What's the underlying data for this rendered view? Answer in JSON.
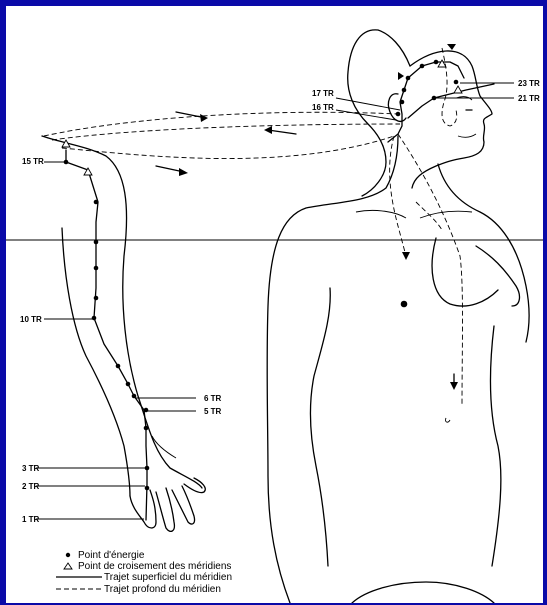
{
  "labels": {
    "tr23": "23 TR",
    "tr21": "21 TR",
    "tr17": "17 TR",
    "tr16": "16 TR",
    "tr15": "15 TR",
    "tr10": "10 TR",
    "tr6": "6 TR",
    "tr5": "5 TR",
    "tr3": "3 TR",
    "tr2": "2 TR",
    "tr1": "1 TR"
  },
  "legend": {
    "energy_point": "Point d'énergie",
    "crossing_point": "Point de croisement des méridiens",
    "superficial_path": "Trajet superficiel du méridien",
    "deep_path": "Trajet profond du méridien"
  },
  "colors": {
    "frame": "#0a0aa8",
    "paper": "#ffffff",
    "ink": "#000000"
  }
}
